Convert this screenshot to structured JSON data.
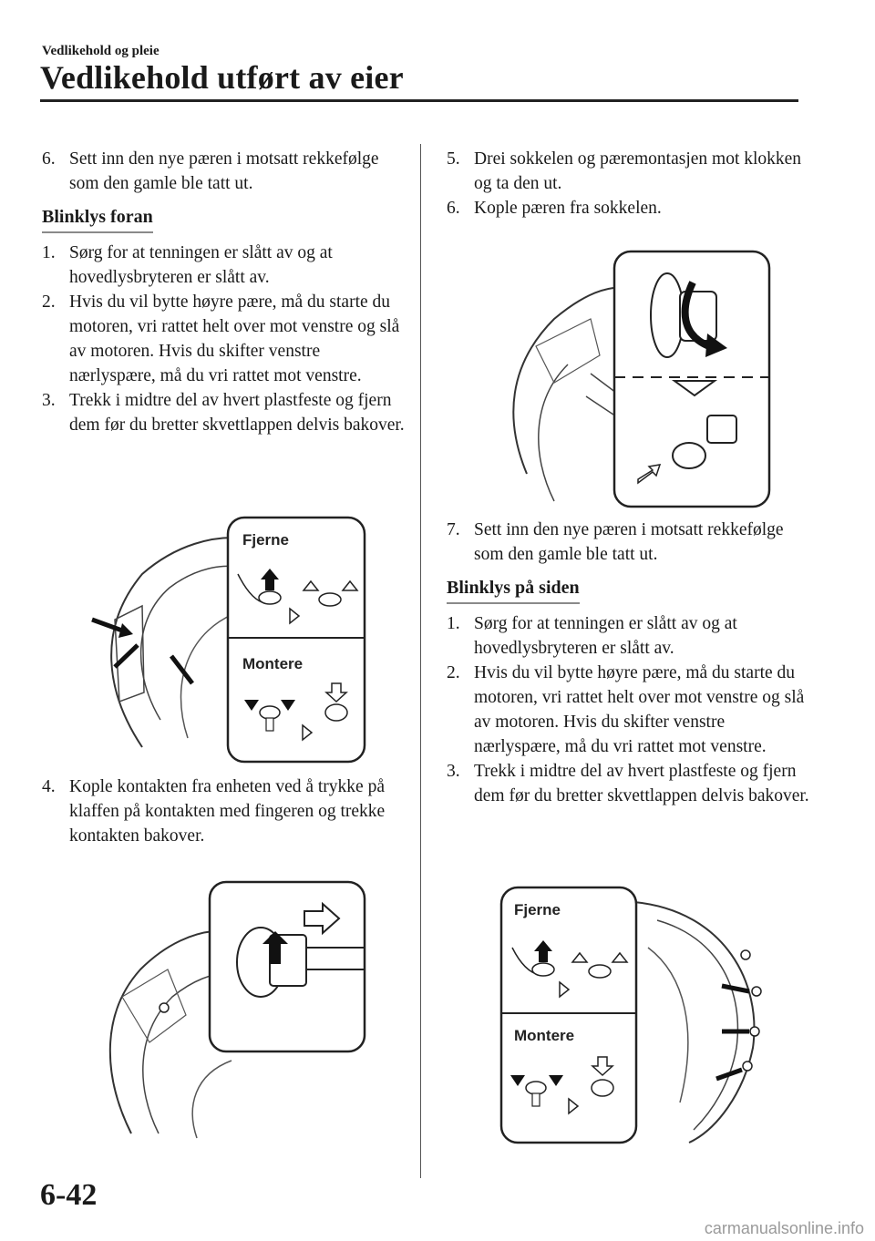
{
  "header": {
    "section": "Vedlikehold og pleie",
    "title": "Vedlikehold utført av eier"
  },
  "left_column": {
    "intro_step": {
      "num": "6.",
      "text": "Sett inn den nye pæren i motsatt rekkefølge som den gamle ble tatt ut."
    },
    "subheading": "Blinklys foran",
    "steps": [
      {
        "num": "1.",
        "text": "Sørg for at tenningen er slått av og at hovedlysbryteren er slått av."
      },
      {
        "num": "2.",
        "text": "Hvis du vil bytte høyre pære, må du starte du motoren, vri rattet helt over mot venstre og slå av motoren. Hvis du skifter venstre nærlyspære, må du vri rattet mot venstre."
      },
      {
        "num": "3.",
        "text": "Trekk i midtre del av hvert plastfeste og fjern dem før du bretter skvettlappen delvis bakover."
      }
    ],
    "figure1": {
      "label_remove": "Fjerne",
      "label_install": "Montere"
    },
    "step4": {
      "num": "4.",
      "text": "Kople kontakten fra enheten ved å trykke på klaffen på kontakten med fingeren og trekke kontakten bakover."
    }
  },
  "right_column": {
    "steps_top": [
      {
        "num": "5.",
        "text": "Drei sokkelen og pæremontasjen mot klokken og ta den ut."
      },
      {
        "num": "6.",
        "text": "Kople pæren fra sokkelen."
      }
    ],
    "step7": {
      "num": "7.",
      "text": "Sett inn den nye pæren i motsatt rekkefølge som den gamle ble tatt ut."
    },
    "subheading": "Blinklys på siden",
    "steps": [
      {
        "num": "1.",
        "text": "Sørg for at tenningen er slått av og at hovedlysbryteren er slått av."
      },
      {
        "num": "2.",
        "text": "Hvis du vil bytte høyre pære, må du starte du motoren, vri rattet helt over mot venstre og slå av motoren. Hvis du skifter venstre nærlyspære, må du vri rattet mot venstre."
      },
      {
        "num": "3.",
        "text": "Trekk i midtre del av hvert plastfeste og fjern dem før du bretter skvettlappen delvis bakover."
      }
    ],
    "figure4": {
      "label_remove": "Fjerne",
      "label_install": "Montere"
    }
  },
  "footer": {
    "page_number": "6-42",
    "watermark": "carmanualsonline.info"
  }
}
